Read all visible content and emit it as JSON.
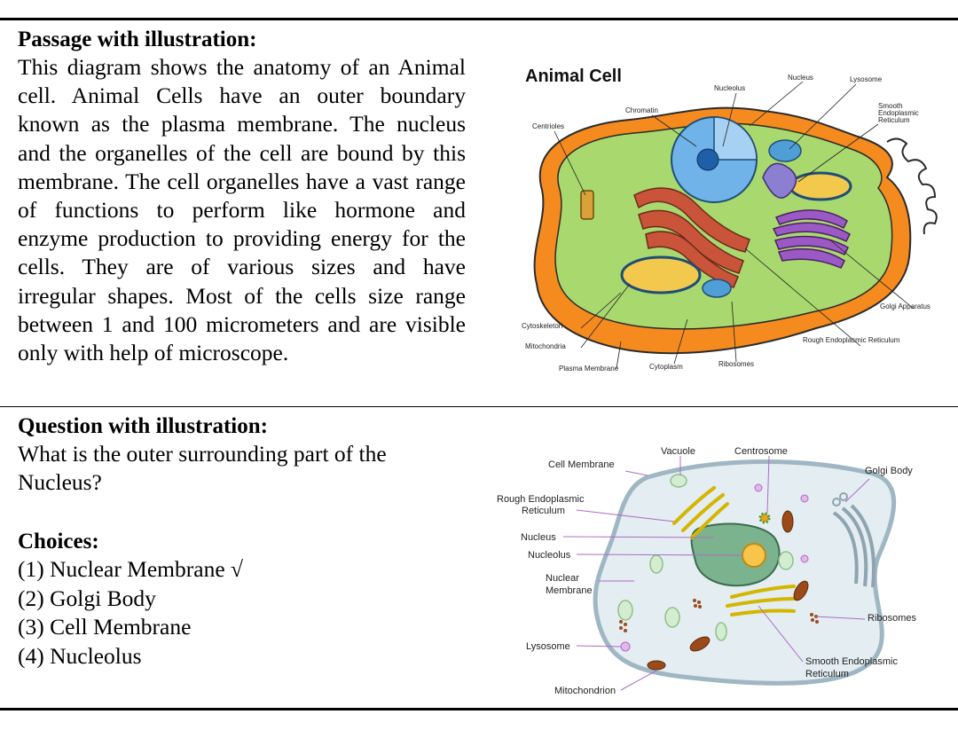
{
  "passage": {
    "heading": "Passage with illustration:",
    "text": "This diagram shows the anatomy of an Animal cell. Animal Cells have an outer boundary known as the plasma membrane. The nucleus and the organelles of the cell are bound by this membrane. The cell organelles have a vast range of functions to perform like hormone and enzyme production to providing energy for the cells. They are of various sizes and have irregular shapes. Most of the cells size range between 1 and 100 micrometers and are visible only with help of microscope."
  },
  "figure1": {
    "title": "Animal Cell",
    "labels": {
      "nucleolus": "Nucleolus",
      "nucleus": "Nucleus",
      "lysosome": "Lysosome",
      "chromatin": "Chromatin",
      "centrioles": "Centrioles",
      "smooth_er_1": "Smooth",
      "smooth_er_2": "Endoplasmic",
      "smooth_er_3": "Reticulum",
      "golgi": "Golgi Apparatus",
      "cytoskeleton": "Cytoskeleton",
      "mitochondria": "Mitochondria",
      "rough_er": "Rough Endoplasmic Reticulum",
      "plasma_membrane": "Plasma Membrane",
      "cytoplasm": "Cytoplasm",
      "ribosomes": "Ribosomes"
    }
  },
  "question": {
    "heading": "Question with illustration:",
    "text": "What is the outer surrounding part of the Nucleus?"
  },
  "choices": {
    "heading": "Choices:",
    "items": [
      "(1) Nuclear Membrane",
      "(2) Golgi Body",
      "(3) Cell Membrane",
      "(4) Nucleolus"
    ],
    "correct_mark": "√"
  },
  "figure2": {
    "labels": {
      "cell_membrane": "Cell Membrane",
      "vacuole": "Vacuole",
      "centrosome": "Centrosome",
      "golgi_body": "Golgi Body",
      "rough_er_1": "Rough Endoplasmic",
      "rough_er_2": "Reticulum",
      "nucleus": "Nucleus",
      "nucleolus": "Nucleolus",
      "nuclear_membrane_1": "Nuclear",
      "nuclear_membrane_2": "Membrane",
      "ribosomes": "Ribosomes",
      "lysosome": "Lysosome",
      "smooth_er_1": "Smooth Endoplasmic",
      "smooth_er_2": "Reticulum",
      "mitochondrion": "Mitochondrion"
    }
  },
  "colors": {
    "rule": "#000000",
    "cytoplasm_green": "#a9d86e",
    "membrane_orange": "#f58a1f",
    "nucleus_blue": "#6fb3e8",
    "golgi_purple": "#9b59c5",
    "rough_er_red": "#c9543a",
    "cell2_fill": "#e3edf2",
    "cell2_nucleus": "#7bb38e",
    "leader_purple": "#b06bc4"
  }
}
